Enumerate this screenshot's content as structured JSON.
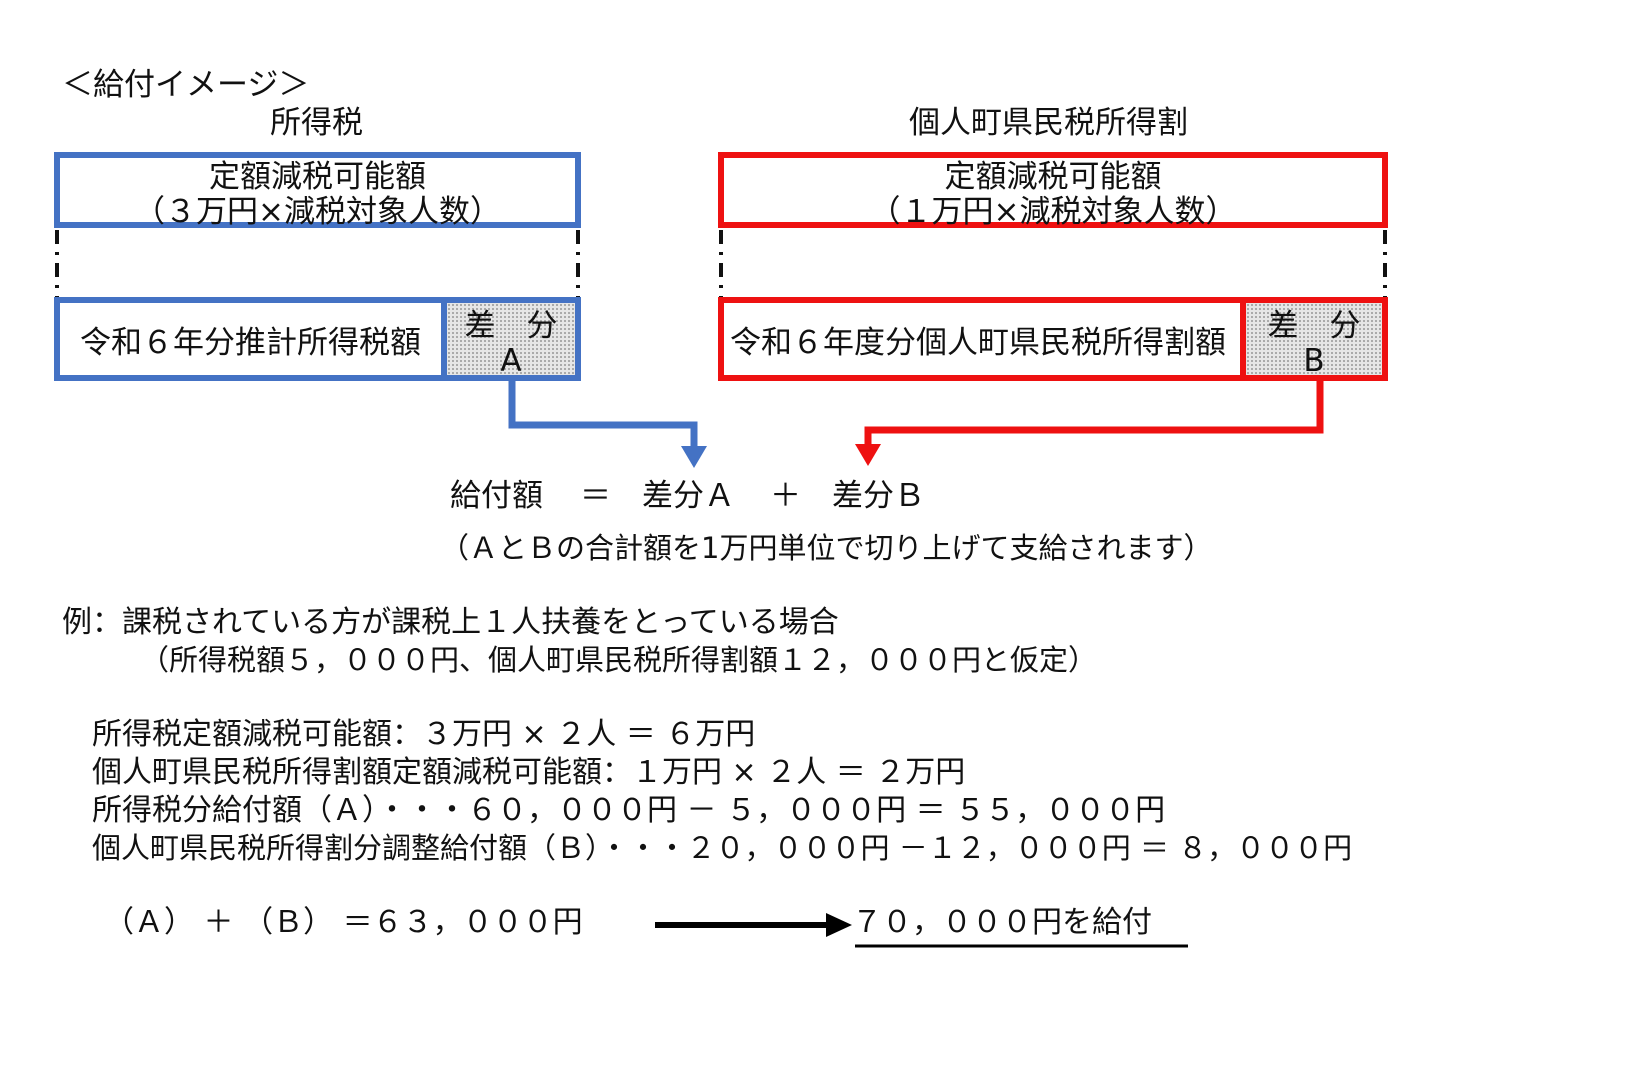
{
  "heading": "＜給付イメージ＞",
  "left": {
    "title": "所得税",
    "top_box_line1": "定額減税可能額",
    "top_box_line2": "（３万円×減税対象人数）",
    "bottom_box": "令和６年分推計所得税額",
    "diff_top": "差　分",
    "diff_bottom": "A",
    "color": "#4472c4"
  },
  "right": {
    "title": "個人町県民税所得割",
    "top_box_line1": "定額減税可能額",
    "top_box_line2": "（１万円×減税対象人数）",
    "bottom_box": "令和６年度分個人町県民税所得割額",
    "diff_top": "差　分",
    "diff_bottom": "B",
    "color": "#ee1111"
  },
  "formula": {
    "lhs": "給付額",
    "eq": "＝",
    "term_a": "差分Ａ",
    "plus": "＋",
    "term_b": "差分Ｂ",
    "note": "（ＡとＢの合計額を1万円単位で切り上げて支給されます）"
  },
  "example": {
    "title": "例：課税されている方が課税上１人扶養をとっている場合",
    "assumption": "（所得税額５，０００円、個人町県民税所得割額１２，０００円と仮定）",
    "lines": [
      "所得税定額減税可能額：３万円 × ２人 ＝ ６万円",
      "個人町県民税所得割額定額減税可能額：１万円 × ２人 ＝ ２万円",
      "所得税分給付額（Ａ）・・・６０，０００円 － ５，０００円 ＝ ５５，０００円",
      "個人町県民税所得割分調整給付額（Ｂ）・・・２０，０００円 －１２，０００円 ＝ ８，０００円"
    ],
    "sum": "（Ａ） ＋ （Ｂ） ＝６３，０００円",
    "result": "７０，０００円を給付"
  },
  "colors": {
    "blue": "#4472c4",
    "red": "#ee1111",
    "arrow_black": "#000000"
  }
}
